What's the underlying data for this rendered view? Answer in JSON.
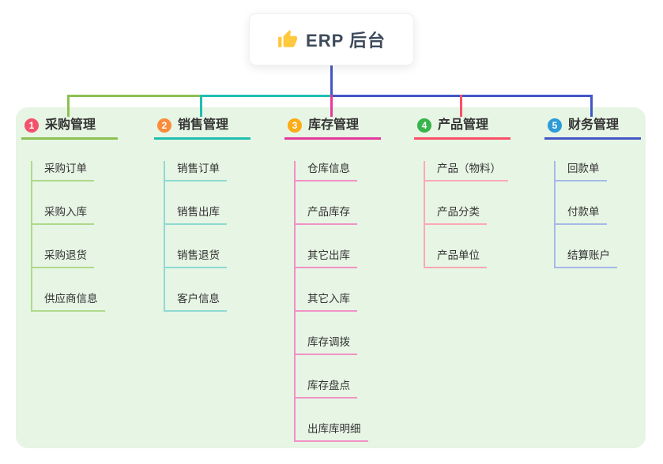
{
  "root": {
    "label": "ERP 后台",
    "icon": "thumbs-up"
  },
  "connector_color": "#4356C6",
  "panel_color": "#E7F5E4",
  "branches": [
    {
      "num": "1",
      "label": "采购管理",
      "badge_color": "#F2526B",
      "line_color": "#8CC152",
      "light_line_color": "#AFD98A",
      "children": [
        "采购订单",
        "采购入库",
        "采购退货",
        "供应商信息"
      ]
    },
    {
      "num": "2",
      "label": "销售管理",
      "badge_color": "#FB8C3C",
      "line_color": "#1FBFB0",
      "light_line_color": "#8EDAD1",
      "children": [
        "销售订单",
        "销售出库",
        "销售退货",
        "客户信息"
      ]
    },
    {
      "num": "3",
      "label": "库存管理",
      "badge_color": "#FBAC17",
      "line_color": "#E5399B",
      "light_line_color": "#F291C6",
      "children": [
        "仓库信息",
        "产品库存",
        "其它出库",
        "其它入库",
        "库存调拨",
        "库存盘点",
        "出库库明细"
      ]
    },
    {
      "num": "4",
      "label": "产品管理",
      "badge_color": "#37B44A",
      "line_color": "#FA5066",
      "light_line_color": "#FBA9B3",
      "children": [
        "产品（物料）",
        "产品分类",
        "产品单位"
      ]
    },
    {
      "num": "5",
      "label": "财务管理",
      "badge_color": "#2D9BD7",
      "line_color": "#4356C6",
      "light_line_color": "#A5B9E6",
      "children": [
        "回款单",
        "付款单",
        "结算账户"
      ]
    }
  ]
}
